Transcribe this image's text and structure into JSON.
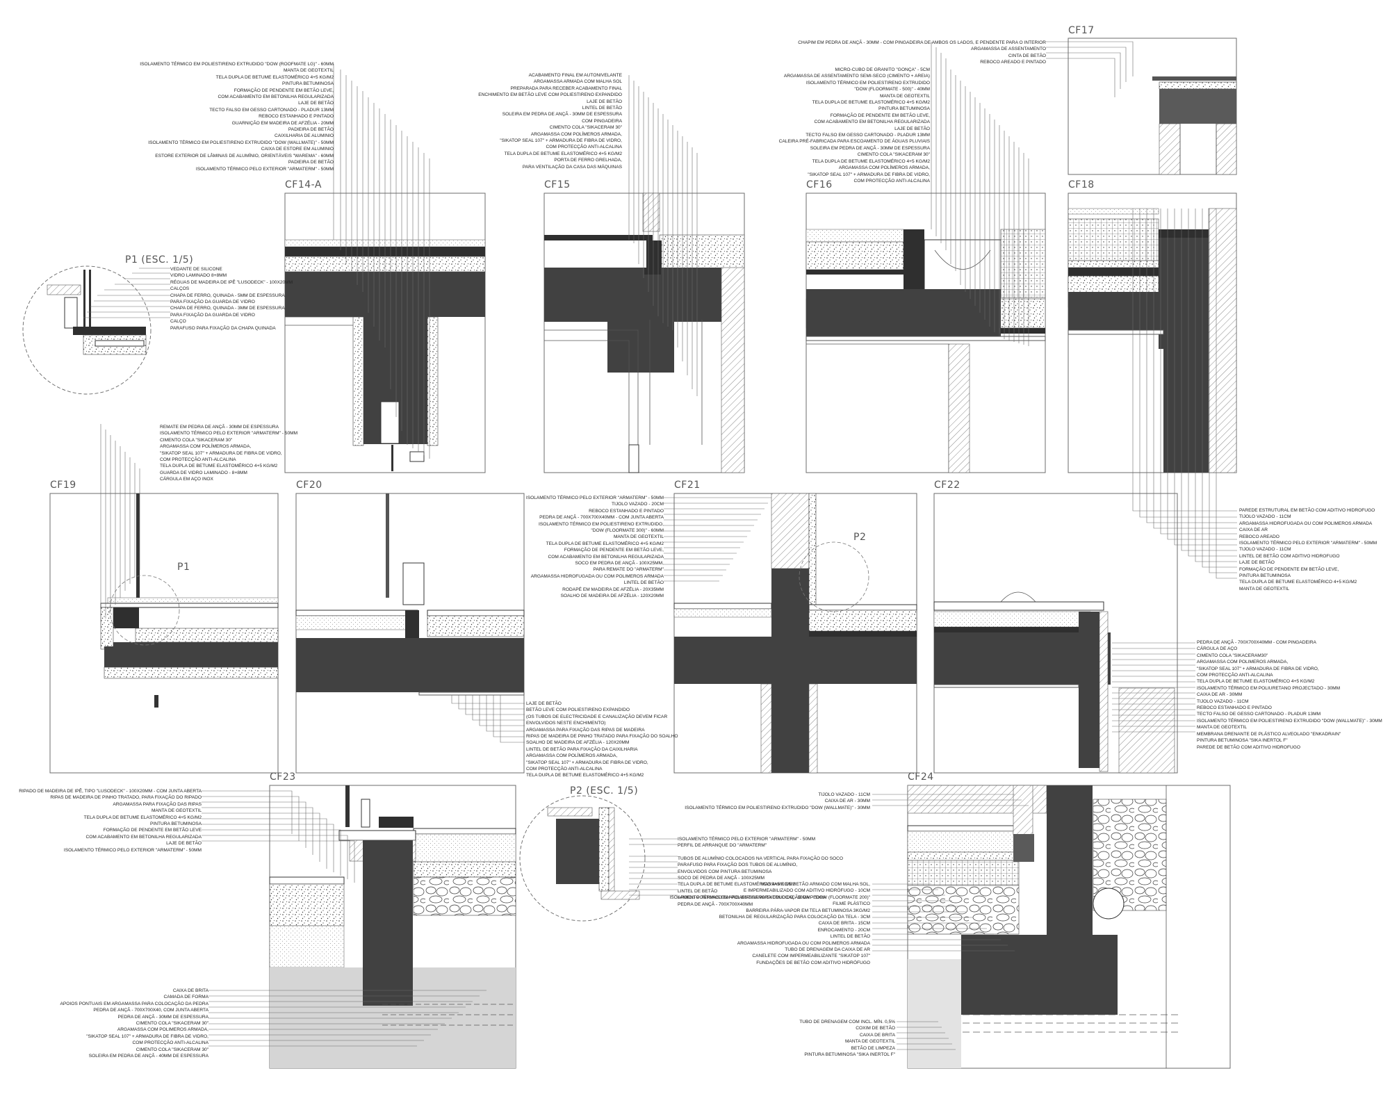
{
  "panels": {
    "cf14a": "CF14-A",
    "cf15": "CF15",
    "cf16": "CF16",
    "cf17": "CF17",
    "cf18": "CF18",
    "cf19": "CF19",
    "cf20": "CF20",
    "cf21": "CF21",
    "cf22": "CF22",
    "cf23": "CF23",
    "cf24": "CF24",
    "p1": "P1 (ESC. 1/5)",
    "p1_tag": "P1",
    "p2": "P2 (ESC. 1/5)",
    "p2_tag": "P2"
  },
  "notes": {
    "cf14a": [
      "ISOLAMENTO TÉRMICO EM POLIESTIRENO EXTRUDIDO \"DOW (ROOFMATE LG)\" - 60mm",
      "MANTA DE GEOTEXTIL",
      "TELA DUPLA DE BETUME ELASTOMÉRICO 4+5 Kg/m2",
      "PINTURA BETUMINOSA",
      "FORMAÇÃO DE PENDENTE EM BETÃO LEVE,",
      "COM ACABAMENTO EM BETONILHA REGULARIZADA",
      "LAJE DE BETÃO",
      "TECTO FALSO EM GESSO CARTONADO - PLADUR 13mm",
      "REBOCO ESTANHADO E PINTADO",
      "GUARNIÇÃO EM MADEIRA DE AFZÉLIA - 20mm",
      "PADIEIRA DE BETÃO",
      "CAIXILHARIA DE ALUMINIO",
      "ISOLAMENTO TÉRMICO EM POLIESTIRENO EXTRUDIDO \"DOW (WALLMATE)\" - 50mm",
      "CAIXA DE ESTORE EM ALUMINIO",
      "ESTORE EXTERIOR DE LÂMINAS DE ALUMÍNIO, ORIENTÁVEIS \"WAREMA\" - 60mm",
      "PADIEIRA DE BETÃO",
      "ISOLAMENTO TÉRMICO PELO EXTERIOR \"ARMATERM\" - 50mm"
    ],
    "cf15": [
      "ACABAMENTO FINAL EM AUTONIVELANTE",
      "ARGAMASSA ARMADA COM MALHA SOL",
      "PREPARADA PARA RECEBER ACABAMENTO FINAL",
      "ENCHIMENTO EM BETÃO LEVE COM POLIESTIRENO EXPANDIDO",
      "LAJE DE BETÃO",
      "LINTEL DE BETÃO",
      "SOLEIRA EM PEDRA DE ANÇÃ - 30mm DE ESPESSURA",
      "COM PINGADEIRA",
      "CIMENTO COLA \"SIKACERAM 30\"",
      "ARGAMASSA COM POLÍMEROS ARMADA,",
      "\"SIKATOP SEAL 107\" + ARMADURA DE FIBRA DE VIDRO,",
      "COM PROTECÇÃO ANTI-ALCALINA",
      "TELA DUPLA DE BETUME ELASTOMÉRICO 4+5 Kg/m2",
      "PORTA DE FERRO GRELHADA,",
      "PARA VENTILAÇÃO DA CASA DAS MÁQUINAS"
    ],
    "cf16": [
      "CHAPIM EM PEDRA DE ANÇÃ - 30mm - COM PINGADEIRA DE AMBOS OS LADOS, E PENDENTE PARA O INTERIOR",
      "ARGAMASSA DE ASSENTAMENTO",
      "CINTA DE BETÃO",
      "REBOCO AREADO E PINTADO",
      "MICRO-CUBO DE GRANITO \"GONÇA\" - 5cm",
      "ARGAMASSA DE ASSENTAMENTO SEMI-SECO (CIMENTO + AREIA)",
      "ISOLAMENTO TÉRMICO EM POLIESTIRENO EXTRUDIDO",
      "\"DOW (FLOORMATE - 500)\" - 40mm",
      "MANTA DE GEOTEXTIL",
      "TELA DUPLA DE BETUME ELASTOMÉRICO 4+5 Kg/m2",
      "PINTURA BETUMINOSA",
      "FORMAÇÃO DE PENDENTE EM BETÃO LEVE,",
      "COM ACABAMENTO EM BETONILHA REGULARIZADA",
      "LAJE DE BETÃO",
      "TECTO FALSO EM GESSO CARTONADO - PLADUR 13mm",
      "CALEIRA PRÉ-FABRICADA PARA ESCOAMENTO DE ÁGUAS PLUVIAIS",
      "SOLEIRA EM PEDRA DE ANÇÃ - 30mm DE ESPESSURA",
      "CIMENTO COLA \"SIKACERAM 30\"",
      "TELA DUPLA DE BETUME ELASTOMÉRICO 4+5 Kg/m2",
      "ARGAMASSA COM POLÍMEROS ARMADA,",
      "\"SIKATOP SEAL 107\" + ARMADURA DE FIBRA DE VIDRO,",
      "COM PROTECÇÃO ANTI-ALCALINA"
    ],
    "p1": [
      "VEDANTE DE SILICONE",
      "VIDRO LAMINADO 8+8mm",
      "RÉGUAS DE MADEIRA DE IPÊ \"LUSODECK\" - 100x20mm",
      "CALÇOS",
      "CHAPA DE FERRO, QUINADA - 5mm DE ESPESSURA",
      "PARA FIXAÇÃO DA GUARDA DE VIDRO",
      "CHAPA DE FERRO, QUINADA - 3mm DE ESPESSURA",
      "PARA FIXAÇÃO DA GUARDA DE VIDRO",
      "CALÇO",
      "PARAFUSO PARA FIXAÇÃO DA CHAPA QUINADA"
    ],
    "cf19": [
      "REMATE EM PEDRA DE ANÇÃ - 30mm DE ESPESSURA",
      "ISOLAMENTO TÉRMICO PELO EXTERIOR \"ARMATERM\" - 50mm",
      "CIMENTO COLA \"SIKACERAM 30\"",
      "ARGAMASSA COM POLÍMEROS ARMADA,",
      "\"SIKATOP SEAL 107\" + ARMADURA DE FIBRA DE VIDRO,",
      "COM PROTECÇÃO ANTI-ALCALINA",
      "TELA DUPLA DE BETUME ELASTOMÉRICO 4+5 Kg/m2",
      "GUARDA DE VIDRO LAMINADO - 8+8mm",
      "CÁRGULA EM AÇO INOX"
    ],
    "cf21": [
      "ISOLAMENTO TÉRMICO PELO EXTERIOR \"ARMATERM\" - 50mm",
      "TIJOLO VAZADO - 20cm",
      "REBOCO ESTANHADO E PINTADO",
      "PEDRA DE ANÇÃ - 700x700x40mm - COM JUNTA ABERTA",
      "ISOLAMENTO TÉRMICO EM POLIESTIRENO EXTRUDIDO,",
      "\"DOW (FLOORMATE 300)\" - 60mm",
      "MANTA DE GEOTEXTIL",
      "TELA DUPLA DE BETUME ELASTOMÉRICO 4+5 Kg/m2",
      "FORMAÇÃO DE PENDENTE EM BETÃO LEVE,",
      "COM ACABAMENTO EM BETONILHA REGULARIZADA",
      "SOCO EM PEDRA DE ANÇÃ - 100x25mm,",
      "PARA REMATE DO \"ARMATERM\"",
      "ARGAMASSA HIDROFUGADA OU COM POLIMEROS ARMADA",
      "LINTEL DE BETÃO",
      "RODAPÉ EM MADEIRA DE AFZÉLIA - 20x35mm",
      "SOALHO DE MADEIRA DE AFZÉLIA - 120x20mm"
    ],
    "cf20": [
      "LAJE DE BETÃO",
      "BETÃO LEVE COM POLIESTIRENO EXPANDIDO",
      "(OS TUBOS DE ELECTRICIDADE E CANALIZAÇÃO DEVEM FICAR",
      "ENVOLVIDOS NESTE ENCHIMENTO)",
      "ARGAMASSA PARA FIXAÇÃO DAS RIPAS DE MADEIRA",
      "RIPAS DE MADEIRA DE PINHO TRATADO PARA FIXAÇÃO DO SOALHO",
      "SOALHO DE MADEIRA DE AFZÉLIA - 120x20mm",
      "LINTEL DE BETÃO PARA FIXAÇÃO DA CAIXILHARIA",
      "ARGAMASSA COM POLÍMEROS ARMADA,",
      "\"SIKATOP SEAL 107\" + ARMADURA DE FIBRA DE VIDRO,",
      "COM PROTECÇÃO ANTI-ALCALINA",
      "TELA DUPLA DE BETUME ELASTOMÉRICO 4+5 Kg/m2"
    ],
    "cf18a": [
      "PAREDE ESTRUTURAL EM BETÃO COM ADITIVO HIDROFUGO",
      "TIJOLO VAZADO - 11cm",
      "ARGAMASSA HIDROFUGADA OU COM POLIMEROS ARMADA",
      "CAIXA DE AR",
      "REBOCO AREADO",
      "ISOLAMENTO TÉRMICO PELO EXTERIOR \"ARMATERM\" - 50mm",
      "TIJOLO VAZADO - 11cm",
      "LINTEL DE BETÃO COM ADITIVO HIDROFUGO",
      "LAJE DE BETÃO",
      "FORMAÇÃO DE PENDENTE EM BETÃO LEVE,",
      "PINTURA BETUMINOSA",
      "TELA DUPLA DE BETUME ELASTOMÉRICO 4+5 Kg/m2",
      "MANTA DE GEOTEXTIL"
    ],
    "cf22": [
      "PEDRA DE ANÇÃ - 700x700x40mm - COM PINGADEIRA",
      "CÁRGULA DE AÇO",
      "CIMENTO COLA \"SIKACERAM30\"",
      "ARGAMASSA COM POLIMEROS ARMADA,",
      "\"SIKATOP SEAL 107\" + ARMADURA DE FIBRA DE VIDRO,",
      "COM PROTECÇÃO ANTI-ALCALINA",
      "TELA DUPLA DE BETUME ELASTOMÉRICO 4+5 Kg/m2",
      "ISOLAMENTO TÉRMICO EM POLIURETANO PROJECTADO - 30mm",
      "CAIXA DE AR - 30mm",
      "TIJOLO VAZADO - 11cm",
      "REBOCO ESTANHADO E PINTADO",
      "TECTO FALSO DE GESSO CARTONADO - PLADUR 13mm",
      "ISOLAMENTO TÉRMICO EM POLIESTIRENO EXTRUDIDO \"DOW (WALLMATE)\" - 30mm",
      "MANTA DE GEOTEXTIL",
      "MEMBRANA DRENANTE DE PLÁSTICO ALVEOLADO \"ENKADRAIN\"",
      "PINTURA BETUMINOSA \"SIKA INERTOL F\"",
      "PAREDE DE BETÃO COM ADITIVO HIDROFUGO"
    ],
    "cf23a": [
      "RIPADO DE MADEIRA DE IPÊ, tipo \"LUSODECK\" - 100x20mm - COM JUNTA ABERTA",
      "RIPAS DE MADEIRA DE PINHO TRATADO, PARA FIXAÇÃO DO RIPADO",
      "ARGAMASSA PARA FIXAÇÃO DAS RIPAS",
      "MANTA DE GEOTEXTIL",
      "TELA DUPLA DE BETUME ELASTOMÉRICO 4+5 Kg/m2",
      "PINTURA BETUMINOSA",
      "FORMAÇÃO DE PENDENTE EM BETÃO LEVE",
      "COM ACABAMENTO EM BETONILHA REGULARIZADA",
      "LAJE DE BETÃO",
      "ISOLAMENTO TÉRMICO PELO EXTERIOR \"ARMATERM\" - 50mm"
    ],
    "cf23b": [
      "CAIXA DE BRITA",
      "CAMADA DE FORMA",
      "APOIOS PONTUAIS EM ARGAMASSA PARA COLOCAÇÃO DA PEDRA",
      "PEDRA DE ANÇÃ - 700x700x40, COM JUNTA ABERTA",
      "PEDRA DE ANÇÃ - 30mm DE ESPESSURA",
      "CIMENTO COLA \"SIKACERAM 30\"",
      "ARGAMASSA COM POLIMEROS ARMADA,",
      "\"SIKATOP SEAL 107\" + ARMADURA DE FIBRA DE VIDRO,",
      "COM PROTECÇÃO ANTI-ALCALINA",
      "CIMENTO COLA \"SIKACERAM 30\"",
      "SOLEIRA EM PEDRA DE ANÇÃ - 40mm DE ESPESSURA"
    ],
    "p2": [
      "ISOLAMENTO TÉRMICO PELO EXTERIOR \"ARMATERM\" - 50mm",
      "PERFIL DE ARRANQUE DO \"ARMATERM\"",
      "TUBOS DE ALUMÍNIO COLOCADOS NA VERTICAL PARA FIXAÇÃO DO SOCO",
      "PARAFUSO PARA FIXAÇÃO DOS TUBOS DE ALUMÍNIO,",
      "ENVOLVIDOS COM PINTURA BETUMINOSA",
      "SOCO DE PEDRA DE ANÇÃ - 100x25mm",
      "TELA DUPLA DE BETUME ELASTOMÉRICO 4+5 Kg/m2",
      "LINTEL DE BETÃO",
      "APOIOS PONTUAIS EM ARGAMASSA PARA COLOCAÇÃO DA PEDRA",
      "PEDRA DE ANÇÃ - 700x700x40mm"
    ],
    "cf24a": [
      "TIJOLO VAZADO - 11cm",
      "CAIXA DE AR - 30mm",
      "ISOLAMENTO TÉRMICO EM POLIESTIRENO EXTRUDIDO \"DOW (WALLMATE)\" - 30mm"
    ],
    "cf24b": [
      "MASSAME DE BETÃO ARMADO COM MALHA SOL,",
      "E IMPERMEABILIZADO COM ADITIVO HIDRÓFUGO - 10cm",
      "ISOLAMENTO TÉRMICO EM POLIESTIRENO EXTRUDIDO - 30mm - \"DOW (FLOORMATE 200)\"",
      "FILME PLÁSTICO",
      "BARREIRA PÁRA-VAPOR EM TELA BETUMINOSA 3kg/m2",
      "BETONILHA DE REGULARIZAÇÃO PARA COLOCAÇÃO DA TELA - 3cm",
      "CAIXA DE BRITA - 15cm",
      "ENROCAMENTO - 20cm",
      "LINTEL DE BETÃO",
      "ARGAMASSA HIDROFUGADA OU COM POLIMEROS ARMADA",
      "TUBO DE DRENAGEM DA CAIXA DE AR",
      "CANELETE COM IMPERMEABILIZANTE \"SIKATOP 107\"",
      "FUNDAÇÕES DE BETÃO COM ADITIVO HIDRÓFUGO"
    ],
    "cf24c": [
      "TUBO DE DRENAGEM com Incl. mín. 0,5%",
      "COXIM DE BETÃO",
      "CAIXA DE BRITA",
      "MANTA DE GEOTEXTIL",
      "BETÃO DE LIMPEZA",
      "PINTURA BETUMINOSA \"SIKA INERTOL F\""
    ]
  }
}
